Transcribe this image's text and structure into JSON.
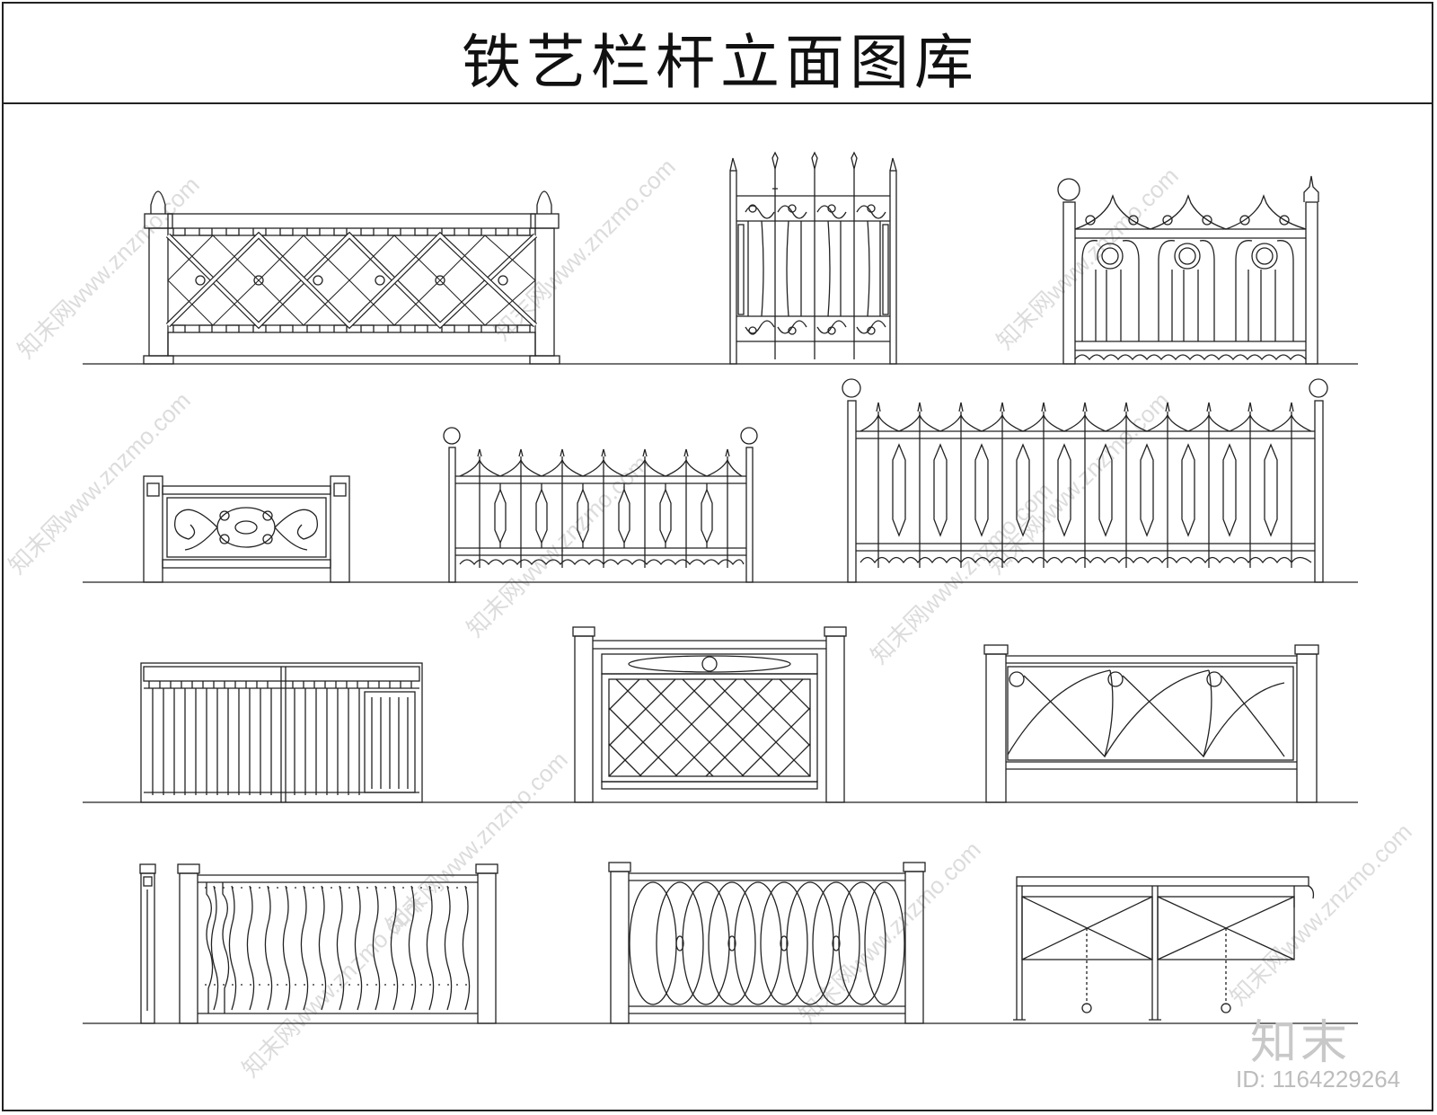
{
  "title": "铁艺栏杆立面图库",
  "watermark": {
    "site": "知末网www.znzmo.com",
    "brand": "知末",
    "id_text": "ID: 1164229264"
  },
  "colors": {
    "line": "#222222",
    "watermark": "#dcdcdc",
    "background": "#ffffff"
  }
}
